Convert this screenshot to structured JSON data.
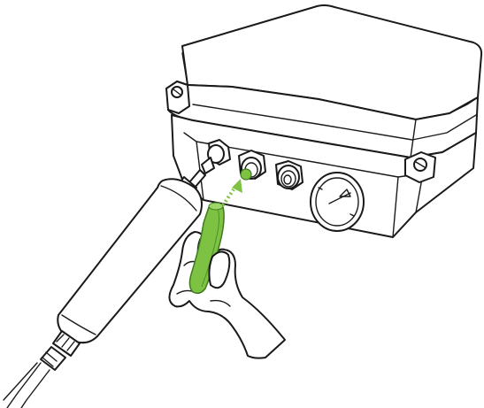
{
  "illustration": {
    "subject": "",
    "colors": {
      "line": "#1a1a1a",
      "fill": "#ffffff",
      "accent": "#7dc242",
      "accent_dark": "#3d7a1e"
    },
    "icons": [
      "enclosure-box",
      "cable-gland",
      "cylinder-module",
      "pressure-gauge",
      "tube",
      "hand",
      "insert-arrow"
    ]
  }
}
